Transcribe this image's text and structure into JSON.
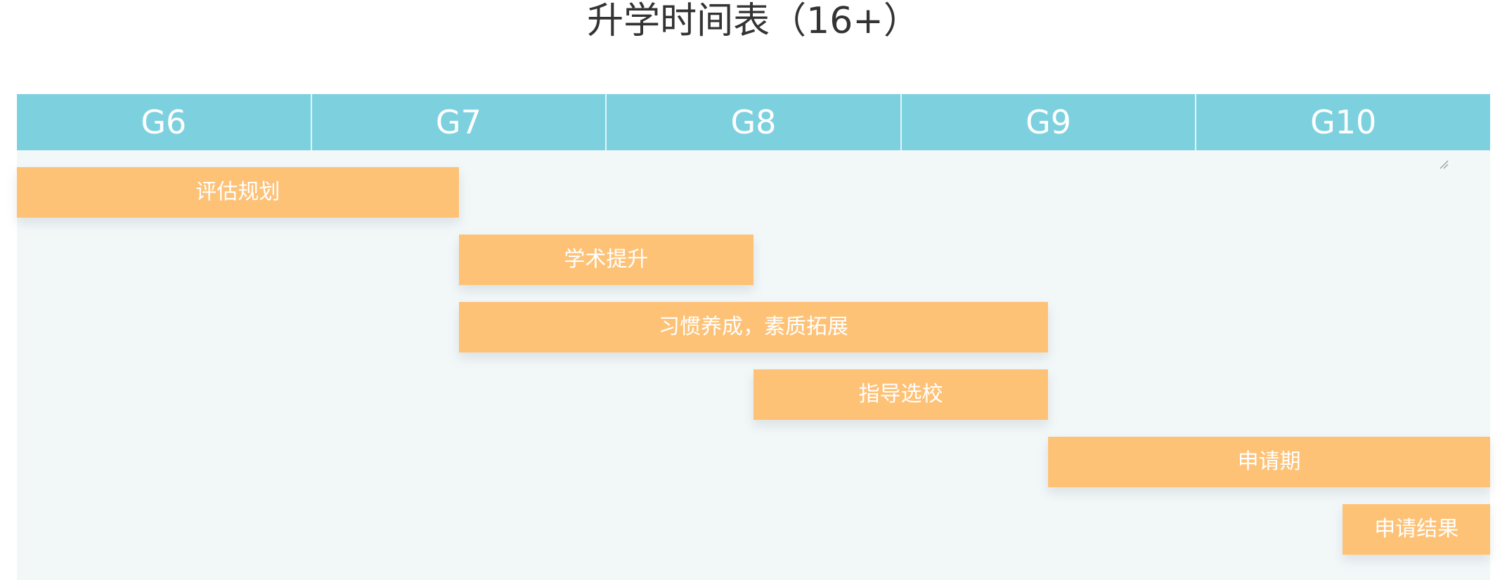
{
  "title": "升学时间表（16+）",
  "grades": [
    "G6",
    "G7",
    "G8",
    "G9",
    "G10"
  ],
  "colors": {
    "header": "#7dd1df",
    "bar": "#fec277",
    "track": "#f2f7f8",
    "title": "#333333"
  },
  "stages": [
    {
      "label": "评估规划",
      "start_grade": "G6",
      "end_grade": "G7"
    },
    {
      "label": "学术提升",
      "start_grade": "G7",
      "end_grade": "G8"
    },
    {
      "label": "习惯养成，素质拓展",
      "start_grade": "G7",
      "end_grade": "G9"
    },
    {
      "label": "指导选校",
      "start_grade": "G8",
      "end_grade": "G9"
    },
    {
      "label": "申请期",
      "start_grade": "G9",
      "end_grade": "G10"
    },
    {
      "label": "申请结果",
      "start_grade": "G10",
      "end_grade": "G10"
    }
  ]
}
